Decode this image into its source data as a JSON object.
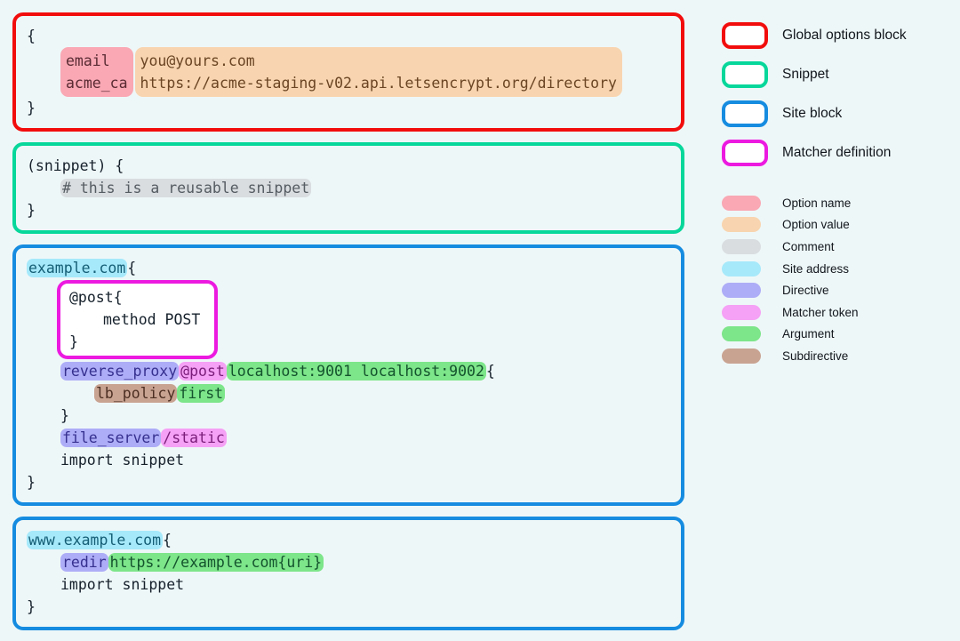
{
  "code": {
    "global_block": {
      "open_brace": "{",
      "close_brace": "}",
      "option_names": [
        "email",
        "acme_ca"
      ],
      "option_values": [
        "you@yours.com",
        "https://acme-staging-v02.api.letsencrypt.org/directory"
      ]
    },
    "snippet_block": {
      "header": "(snippet) {",
      "comment": "# this is a reusable snippet",
      "close_brace": "}"
    },
    "site_block_1": {
      "site_address": "example.com",
      "open_brace": "{",
      "matcher_def": {
        "header_name": "@post",
        "header_brace": "{",
        "subdirective_line": "method POST",
        "close_brace": "}"
      },
      "reverse_proxy": {
        "directive": "reverse_proxy",
        "matcher_token": "@post",
        "arguments": "localhost:9001 localhost:9002",
        "open_brace": "{"
      },
      "lb_policy": {
        "subdirective": "lb_policy",
        "argument": "first"
      },
      "inner_close_brace": "}",
      "file_server": {
        "directive": "file_server",
        "matcher_token": "/static"
      },
      "import_line": "import snippet",
      "close_brace": "}"
    },
    "site_block_2": {
      "site_address": "www.example.com",
      "open_brace": "{",
      "redir": {
        "directive": "redir",
        "argument": "https://example.com{uri}"
      },
      "import_line": "import snippet",
      "close_brace": "}"
    }
  },
  "legend": {
    "outline_items": [
      {
        "label": "Global options block",
        "color": "#f20d0d"
      },
      {
        "label": "Snippet",
        "color": "#07d79a"
      },
      {
        "label": "Site block",
        "color": "#168ce0"
      },
      {
        "label": "Matcher definition",
        "color": "#ec1ae0"
      }
    ],
    "color_items": [
      {
        "label": "Option name",
        "color": "#f9a8b4"
      },
      {
        "label": "Option value",
        "color": "#f8d5b0"
      },
      {
        "label": "Comment",
        "color": "#d9dde0"
      },
      {
        "label": "Site address",
        "color": "#a6e9fb"
      },
      {
        "label": "Directive",
        "color": "#adadf7"
      },
      {
        "label": "Matcher token",
        "color": "#f5a1f5"
      },
      {
        "label": "Argument",
        "color": "#7de58a"
      },
      {
        "label": "Subdirective",
        "color": "#c9a392"
      }
    ]
  }
}
